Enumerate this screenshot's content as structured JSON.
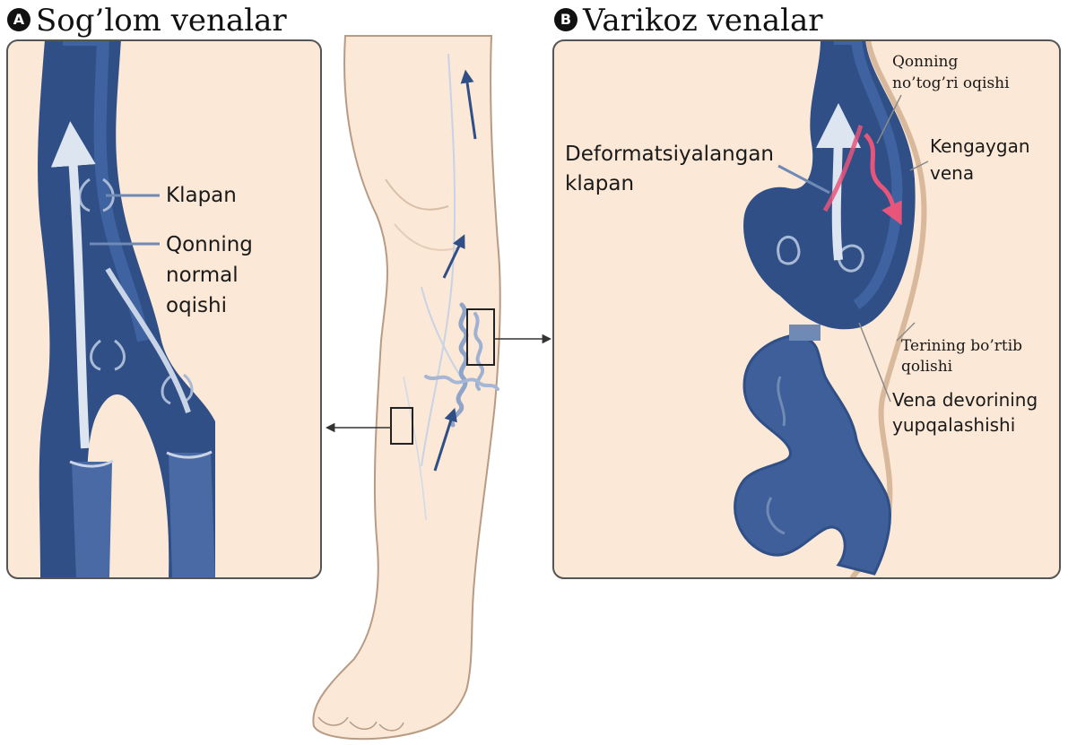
{
  "panels": {
    "a": {
      "badge": "A",
      "title": "Sog’lom venalar"
    },
    "b": {
      "badge": "B",
      "title": "Varikoz venalar"
    }
  },
  "labels_a": {
    "valve": "Klapan",
    "normal_flow_1": "Qonning",
    "normal_flow_2": "normal",
    "normal_flow_3": "oqishi"
  },
  "labels_b": {
    "reflux_1": "Qonning",
    "reflux_2": "no’tog’ri oqishi",
    "deformed_1": "Deformatsiyalangan",
    "deformed_2": "klapan",
    "dilated_1": "Kengaygan",
    "dilated_2": "vena",
    "skin_1": "Terining bo’rtib",
    "skin_2": "qolishi",
    "wall_1": "Vena devorining",
    "wall_2": "yupqalashishi"
  },
  "colors": {
    "vein_dark": "#2f4f86",
    "vein_mid": "#3f62a0",
    "vein_light": "#a9bad6",
    "skin": "#fbe8d6",
    "skin_line": "#b79b85",
    "reflux": "#e8557a"
  }
}
